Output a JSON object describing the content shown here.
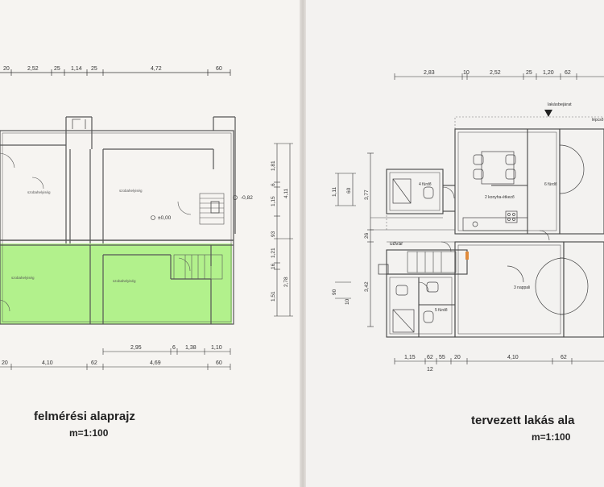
{
  "left_plan": {
    "title": "felmérési alaprajz",
    "scale": "m=1:100",
    "top_dims": [
      "20",
      "2,52",
      "25",
      "1,14",
      "25",
      "4,72",
      "60"
    ],
    "bottom_dims_inner": [
      "2,95",
      "6",
      "1,38",
      "1,10"
    ],
    "bottom_dims_outer": [
      "20",
      "4,10",
      "62",
      "4,69",
      "60"
    ],
    "right_dims": [
      "1,81",
      "6",
      "1,15",
      "93",
      "1,21",
      "16",
      "1,51",
      "4,11",
      "2,78"
    ],
    "level_labels": [
      "-0,82",
      "±0,00"
    ],
    "room_labels": [
      "szobahelyiség",
      "szobahelyiség",
      "szobahelyiség",
      "szobahelyiség"
    ],
    "highlight_color": "#a6f07a"
  },
  "right_plan": {
    "title": "tervezett lakás ala",
    "scale": "m=1:100",
    "entrance_label": "lakásbejárat",
    "top_dims": [
      "2,83",
      "10",
      "2,52",
      "25",
      "1,20",
      "62"
    ],
    "bottom_dims": [
      "1,15",
      "62",
      "55",
      "20",
      "4,10",
      "62"
    ],
    "bottom_small": "12",
    "left_dims": [
      "1,11",
      "60",
      "3,77",
      "26",
      "3,42",
      "90",
      "10"
    ],
    "courtyard_label": "udvar",
    "room_labels": [
      "2 konyha-étkező",
      "3 nappali",
      "4 fürdő",
      "5 fürdő",
      "6 fürdő",
      "lépcső"
    ]
  }
}
